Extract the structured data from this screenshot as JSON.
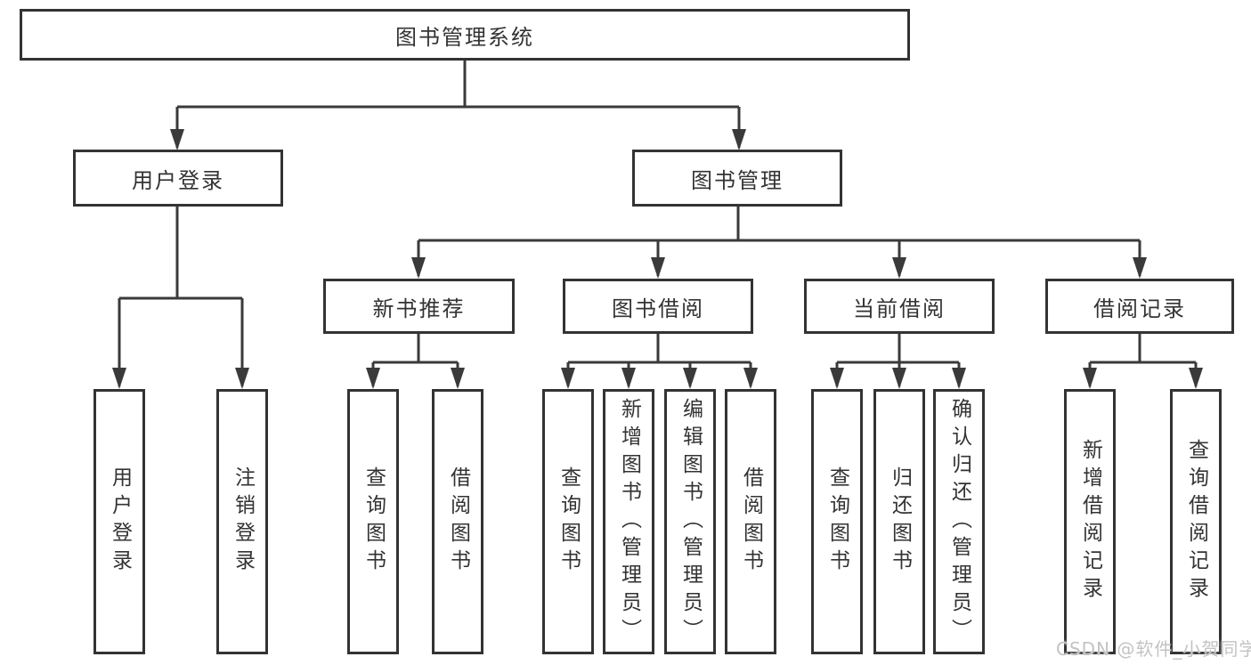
{
  "diagram": {
    "root": {
      "label": "图书管理系统"
    },
    "branches": [
      {
        "label": "用户登录",
        "children": [
          {
            "label": "用户登录"
          },
          {
            "label": "注销登录"
          }
        ]
      },
      {
        "label": "图书管理",
        "children": [
          {
            "label": "新书推荐",
            "children": [
              {
                "label": "查询图书"
              },
              {
                "label": "借阅图书"
              }
            ]
          },
          {
            "label": "图书借阅",
            "children": [
              {
                "label": "查询图书"
              },
              {
                "label": "新增图书（管理员）"
              },
              {
                "label": "编辑图书（管理员）"
              },
              {
                "label": "借阅图书"
              }
            ]
          },
          {
            "label": "当前借阅",
            "children": [
              {
                "label": "查询图书"
              },
              {
                "label": "归还图书"
              },
              {
                "label": "确认归还（管理员）"
              }
            ]
          },
          {
            "label": "借阅记录",
            "children": [
              {
                "label": "新增借阅记录"
              },
              {
                "label": "查询借阅记录"
              }
            ]
          }
        ]
      }
    ],
    "watermark": "CSDN @软件_小贺同学",
    "colors": {
      "line": "#3a3a3a",
      "box_border": "#333333",
      "text": "#333333",
      "background": "#ffffff",
      "watermark": "#c3c3c3"
    }
  }
}
